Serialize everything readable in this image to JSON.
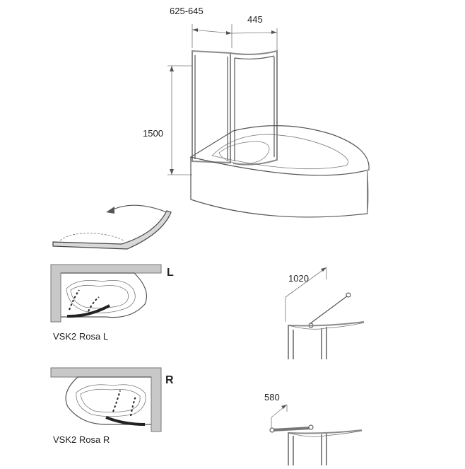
{
  "dimensions": {
    "width_range": "625-645",
    "panel_width": "445",
    "height": "1500",
    "support_long": "1020",
    "support_short": "580"
  },
  "variants": [
    {
      "caption": "VSK2 Rosa L",
      "side": "L"
    },
    {
      "caption": "VSK2 Rosa R",
      "side": "R"
    }
  ],
  "colors": {
    "line": "#555555",
    "wall": "#c8c8c8",
    "dark": "#222222"
  }
}
